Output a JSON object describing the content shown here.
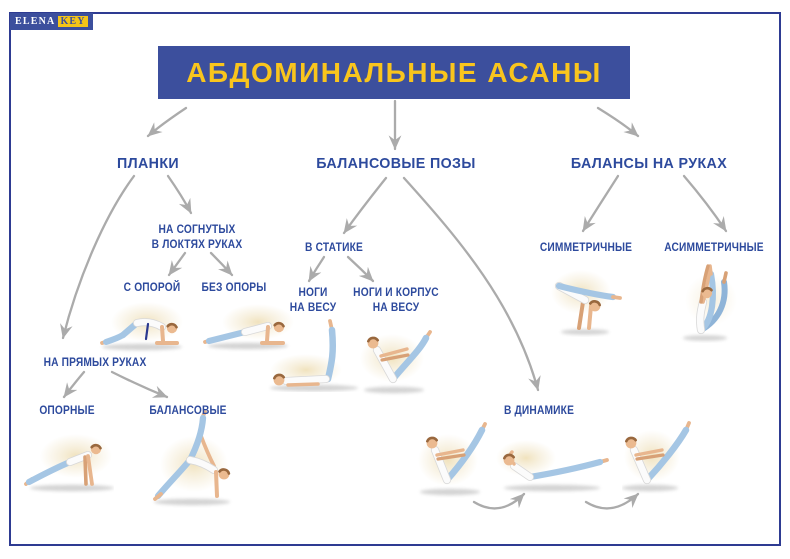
{
  "logo": {
    "brand_left": "ELENA",
    "brand_right": "KEY"
  },
  "title": "АБДОМИНАЛЬНЫЕ АСАНЫ",
  "colors": {
    "banner_bg": "#3C4F9D",
    "banner_text": "#F9C51D",
    "label_blue": "#2D4A9D",
    "arrow_gray": "#ABABAB",
    "frame_blue": "#2E3B92",
    "leggings_blue": "#A5C6E4",
    "glow_beige": "#EFDFB6"
  },
  "nodes": {
    "planks": "ПЛАНКИ",
    "balance_poses": "БАЛАНСОВЫЕ ПОЗЫ",
    "arm_balances": "БАЛАНСЫ НА РУКАХ",
    "bent_elbows_l1": "НА СОГНУТЫХ",
    "bent_elbows_l2": "В ЛОКТЯХ РУКАХ",
    "with_support": "С ОПОРОЙ",
    "without_support": "БЕЗ ОПОРЫ",
    "straight_arms": "НА ПРЯМЫХ РУКАХ",
    "supported": "ОПОРНЫЕ",
    "balancing": "БАЛАНСОВЫЕ",
    "in_static": "В СТАТИКЕ",
    "legs_raised_l1": "НОГИ",
    "legs_raised_l2": "НА ВЕСУ",
    "legs_torso_l1": "НОГИ И КОРПУС",
    "legs_torso_l2": "НА ВЕСУ",
    "in_dynamic": "В ДИНАМИКЕ",
    "symmetric": "СИММЕТРИЧНЫЕ",
    "asymmetric": "АСИММЕТРИЧНЫЕ"
  },
  "poses": {
    "forearm_plank_supported": "forearm plank with support",
    "forearm_plank_free": "forearm plank without support",
    "straight_arm_plank": "plank on straight arms",
    "side_balance_plank": "balancing side plank with leg up",
    "legs_raised_lying": "lying pose with legs raised",
    "boat_pose": "boat pose legs and torso raised",
    "dynamic_boat_1": "dynamic boat pose 1",
    "dynamic_hollow": "dynamic low hollow hold",
    "dynamic_boat_2": "dynamic boat pose 2",
    "symmetric_arm_balance": "symmetric arm balance",
    "asymmetric_arm_balance": "asymmetric arm balance"
  }
}
